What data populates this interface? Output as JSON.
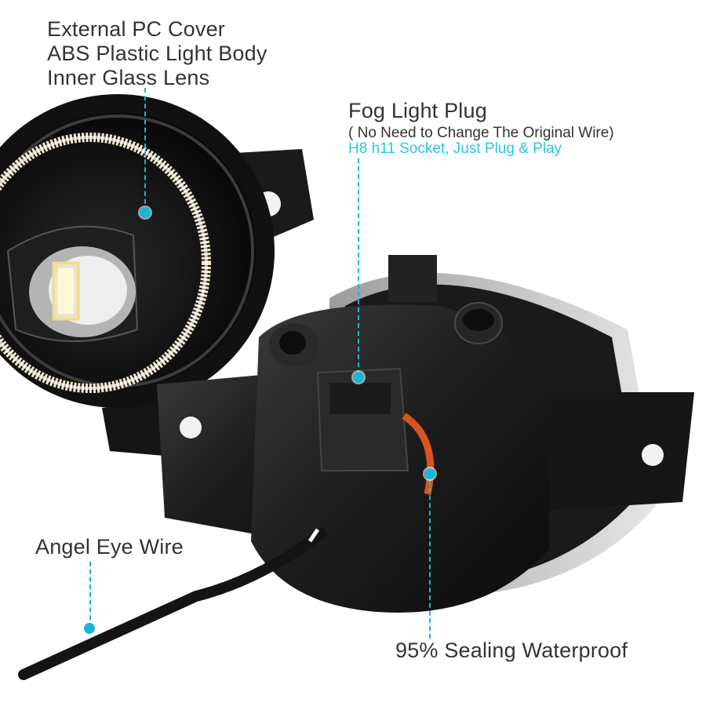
{
  "labels": {
    "cover": "External PC Cover",
    "body": "ABS Plastic Light Body",
    "lens": "Inner Glass Lens",
    "plug_title": "Fog Light Plug",
    "plug_note": "( No Need to Change The Original Wire)",
    "plug_socket": "H8 h11 Socket, Just Plug & Play",
    "angel_wire": "Angel Eye Wire",
    "waterproof": "95% Sealing Waterproof"
  },
  "colors": {
    "accent": "#1bb6d6",
    "text": "#333333",
    "socket_text": "#2cc4e6"
  }
}
